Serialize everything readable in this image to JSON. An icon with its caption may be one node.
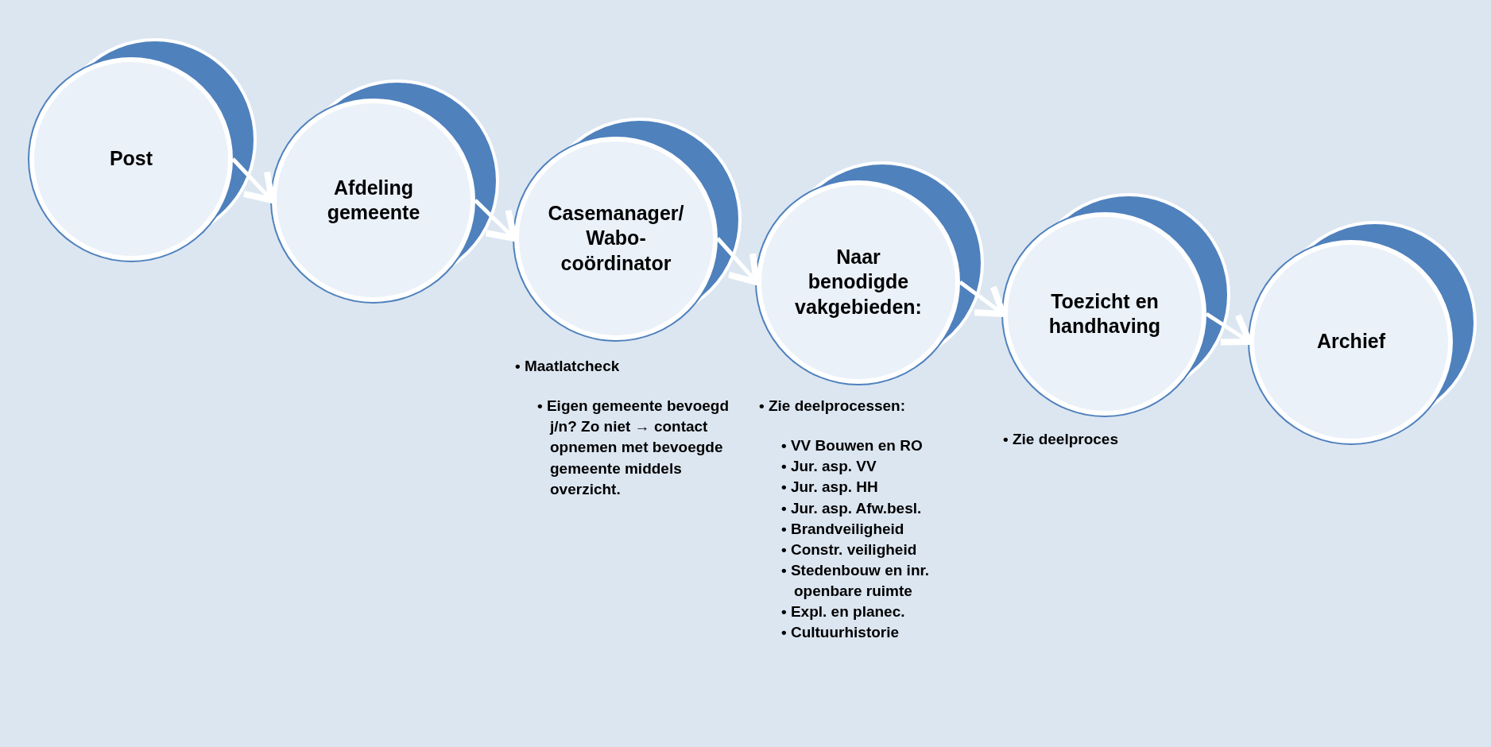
{
  "diagram": {
    "nodes": [
      {
        "text": [
          "Post"
        ]
      },
      {
        "text": [
          "Afdeling gemeente"
        ]
      },
      {
        "text": [
          "Casemanager/ Wabo-coördinator"
        ],
        "beside": [
          "• Maatlatcheck",
          "• Eigen gemeente bevoegd j/n? Zo niet → contact opnemen met bevoegde gemeente middels overzicht."
        ]
      },
      {
        "text": [
          "Naar benodigde vakgebieden:"
        ],
        "beside": [
          "• Zie deelprocessen:",
          "• VV Bouwen en RO",
          "• Jur. asp. VV",
          "• Jur. asp. HH",
          "• Jur. asp. Afw.besl.",
          "• Brandveiligheid",
          "• Constr. veiligheid",
          "• Stedenbouw en inr. openbare ruimte",
          "• Expl. en planec.",
          "• Cultuurhistorie"
        ]
      },
      {
        "text": [
          "Toezicht en handhaving"
        ],
        "beside": [
          "• Zie deelproces"
        ]
      },
      {
        "text": [
          "Archief"
        ]
      }
    ],
    "edges": [
      {
        "from": 0,
        "to": 1,
        "arrow": "to"
      },
      {
        "from": 1,
        "to": 2,
        "arrow": "to"
      },
      {
        "from": 2,
        "to": 3,
        "arrow": "to"
      },
      {
        "from": 3,
        "to": 4,
        "arrow": "to"
      },
      {
        "from": 4,
        "to": 5,
        "arrow": "to"
      }
    ]
  }
}
